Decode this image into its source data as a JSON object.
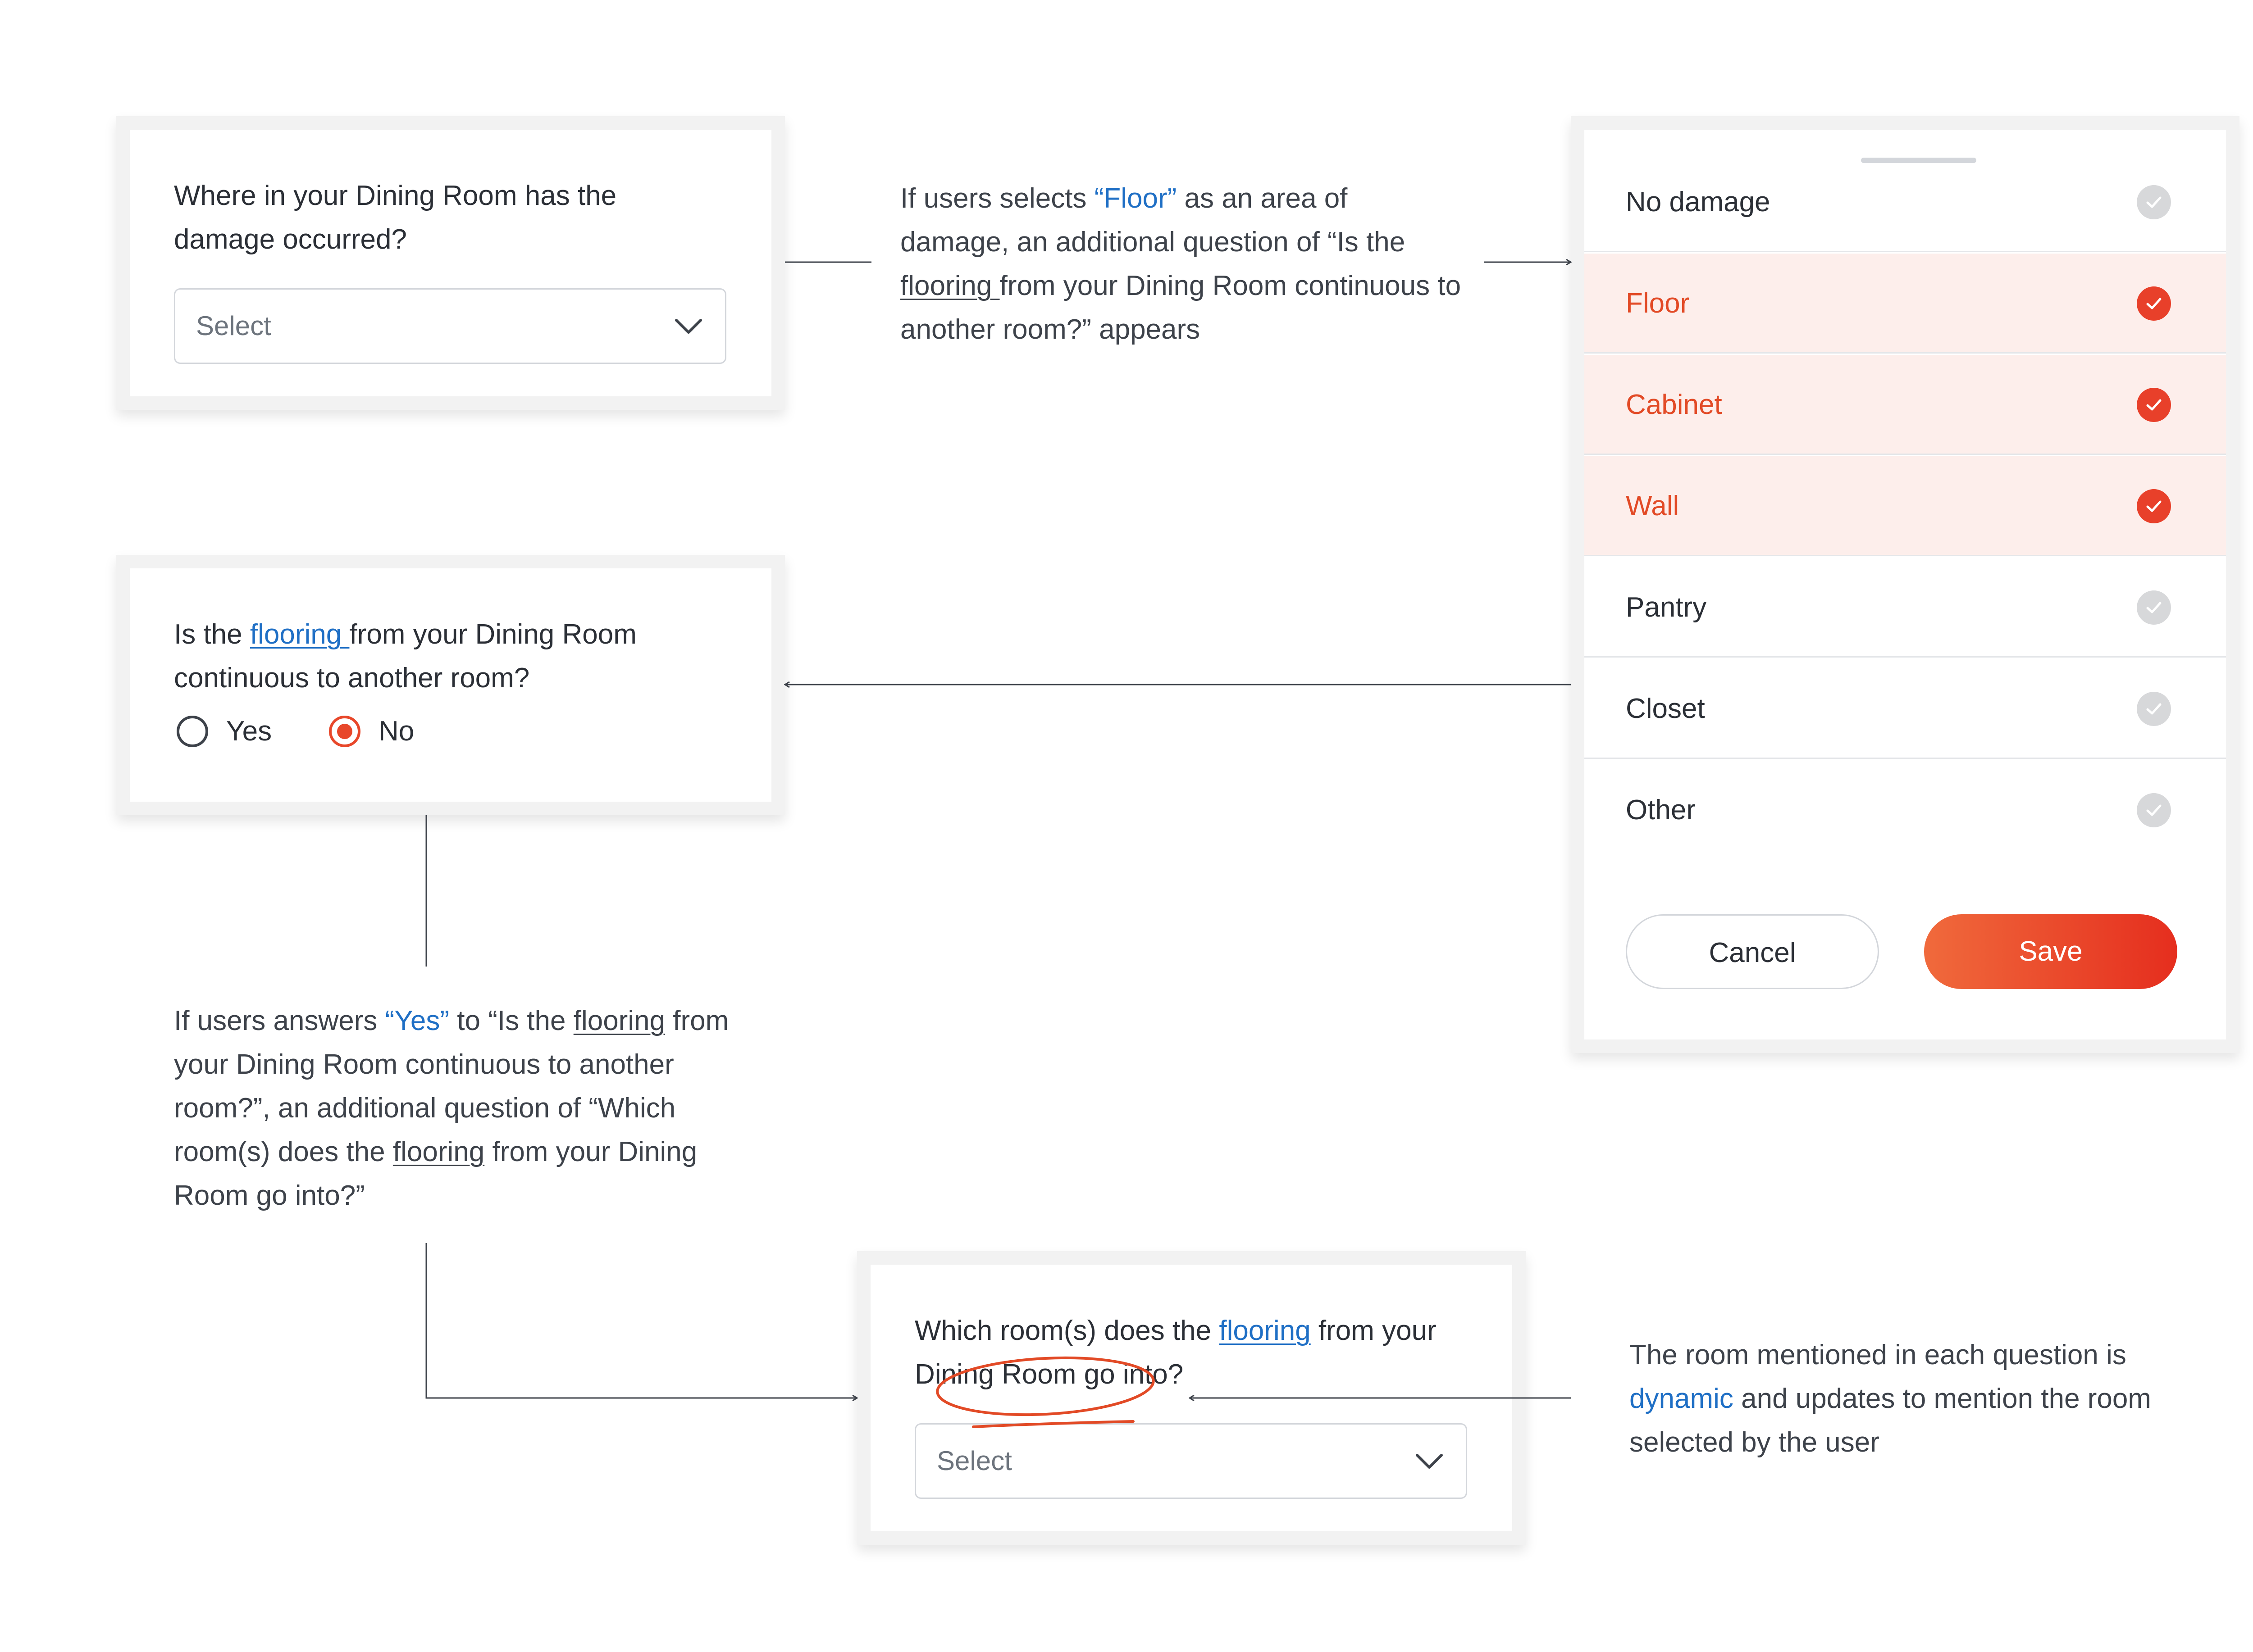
{
  "q1": {
    "question": "Where in your Dining Room has the damage occurred?",
    "select_placeholder": "Select"
  },
  "note1": {
    "part1": "If users selects ",
    "highlight": "“Floor”",
    "part2": " as an area of damage, an additional question of “Is the ",
    "flooring": "flooring ",
    "part3": "from your Dining Room continuous to another room?” appears"
  },
  "picker": {
    "options": [
      {
        "label": "No damage",
        "selected": false
      },
      {
        "label": "Floor",
        "selected": true
      },
      {
        "label": "Cabinet",
        "selected": true
      },
      {
        "label": "Wall",
        "selected": true
      },
      {
        "label": "Pantry",
        "selected": false
      },
      {
        "label": "Closet",
        "selected": false
      },
      {
        "label": "Other",
        "selected": false
      }
    ],
    "cancel_label": "Cancel",
    "save_label": "Save"
  },
  "q2": {
    "part1": "Is the ",
    "flooring": "flooring ",
    "part2": "from your Dining Room continuous to another room?",
    "yes_label": "Yes",
    "no_label": "No",
    "selected": "No"
  },
  "note2": {
    "part1": "If users answers ",
    "highlight": "“Yes”",
    "part2": "  to “Is the ",
    "flooring1": "flooring",
    "part3": " from your Dining Room continuous to another room?”, an additional question of “Which room(s) does the ",
    "flooring2": "flooring",
    "part4": " from your Dining Room go into?”"
  },
  "q3": {
    "part1": "Which room(s) does the ",
    "flooring": "flooring",
    "part2": " from your Dining Room go into?",
    "select_placeholder": "Select"
  },
  "note3": {
    "part1": "The room mentioned in each question is ",
    "highlight": "dynamic",
    "part2": " and updates to mention the room selected by the user"
  },
  "colors": {
    "accent": "#e8472a",
    "link": "#1f6fc5",
    "text": "#2b2f36",
    "selected_row": "#fdeeeb"
  }
}
